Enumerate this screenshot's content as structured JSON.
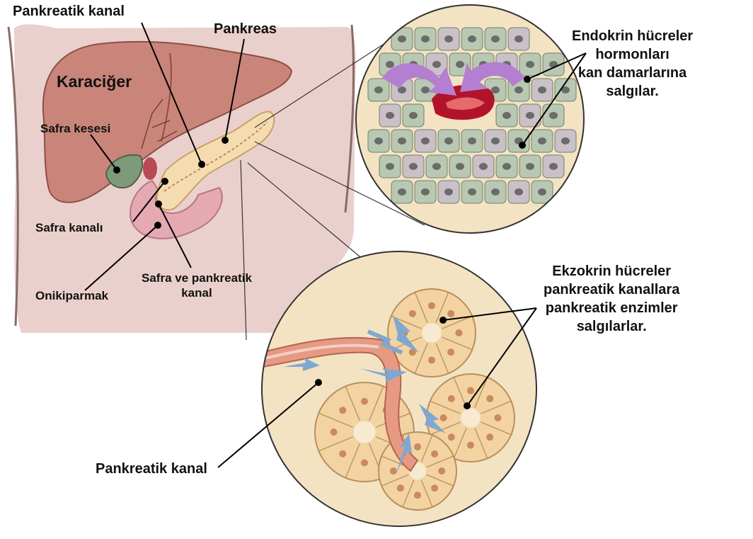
{
  "labels": {
    "pankreatik_kanal_top": "Pankreatik kanal",
    "pankreas": "Pankreas",
    "karaciger": "Karaciğer",
    "safra_kesesi": "Safra kesesi",
    "safra_kanali": "Safra kanalı",
    "onikiparmak": "Onikiparmak",
    "safra_ve_pankreatik": [
      "Safra ve pankreatik",
      "kanal"
    ],
    "endokrin": [
      "Endokrin hücreler",
      "hormonları",
      "kan damarlarına",
      "salgılar."
    ],
    "ekzokrin": [
      "Ekzokrin hücreler",
      "pankreatik kanallara",
      "pankreatik enzimler",
      "salgılarlar."
    ],
    "pankreatik_kanal_bottom": "Pankreatik kanal"
  },
  "colors": {
    "skin": "#ead0cd",
    "liver": "#c98579",
    "pancreas": "#f5dcb0",
    "endocrine_cells": "#b8c8b2",
    "exocrine_cells": "#f3d3a2",
    "arrow_endocrine": "#b47fd0",
    "arrow_exocrine": "#7fa8d0",
    "duct": "#e69a84"
  }
}
